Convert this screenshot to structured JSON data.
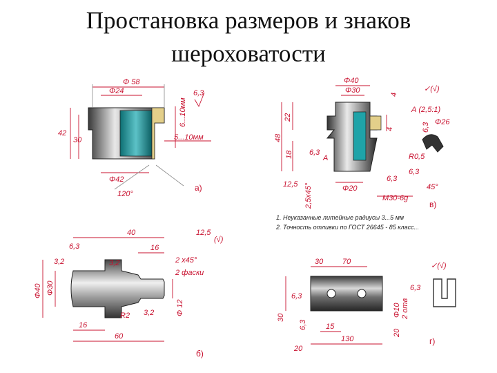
{
  "title": {
    "line1": "Простановка размеров и знаков",
    "line2": "шероховатости"
  },
  "panel_a": {
    "label": "а)",
    "dims": {
      "d58": "Φ 58",
      "d24": "Φ24",
      "d42": "Φ42",
      "h42": "42",
      "h30": "30",
      "r63": "6,3",
      "range1": "6...10мм",
      "range2": "5...10мм",
      "angle": "120°"
    }
  },
  "panel_v": {
    "label": "в)",
    "dims": {
      "d40": "Φ40",
      "d30": "Φ30",
      "d20": "Φ20",
      "d26": "Φ26",
      "h22": "22",
      "h48": "48",
      "h18": "18",
      "h4a": "4",
      "h4b": "4",
      "h125": "12,5",
      "chamfer": "2,5x45°",
      "r63a": "6,3",
      "r63b": "6,3",
      "r63c": "6,3",
      "r63d": "6,3",
      "ra": "А",
      "ra_detail": "А (2,5:1)",
      "radius": "R0,5",
      "angle": "45°",
      "thread": "M30-6g",
      "rough": "✓(√)"
    },
    "notes": [
      "1. Неуказанные литейные радиусы 3...5 мм",
      "2. Точность отливки по ГОСТ 26645 - 85 класс..."
    ]
  },
  "panel_b": {
    "label": "б)",
    "dims": {
      "l40": "40",
      "l16a": "16",
      "l16b": "16",
      "l60": "60",
      "d40": "Φ40",
      "d30": "Φ30",
      "d12": "Φ 12",
      "r2": "R2",
      "r63": "6,3",
      "r32a": "3,2",
      "r32b": "3,2",
      "r32c": "3,2",
      "r125": "12,5",
      "rough": "(√)",
      "chamfer": "2 x45°",
      "chamfer_note": "2 фаски"
    }
  },
  "panel_g": {
    "label": "г)",
    "dims": {
      "l30": "30",
      "l70": "70",
      "l15": "15",
      "l130": "130",
      "l20a": "20",
      "l20b": "20",
      "h30": "30",
      "r63a": "6,3",
      "r63b": "6,3",
      "r63c": "6,3",
      "d10": "Φ10",
      "fit": "2 отв",
      "rough": "✓(√)"
    }
  }
}
